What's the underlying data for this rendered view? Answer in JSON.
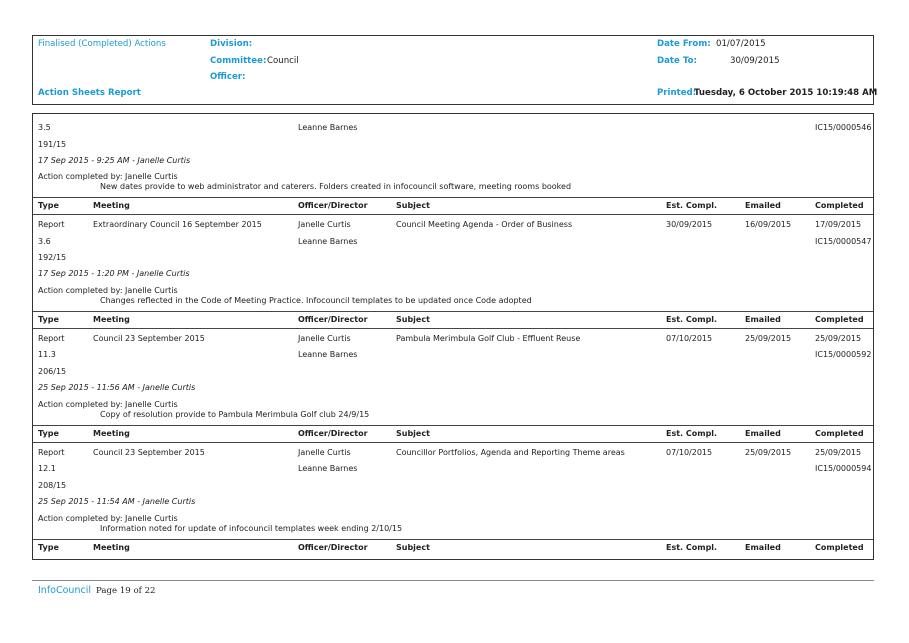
{
  "header": {
    "report_type": "Finalised (Completed) Actions",
    "division_label": "Division:",
    "committee_label": "Committee:",
    "committee_value": "Council",
    "officer_label": "Officer:",
    "date_from_label": "Date From:",
    "date_from_value": "01/07/2015",
    "date_to_label": "Date To:",
    "date_to_value": "30/09/2015",
    "report_title": "Action Sheets Report",
    "printed_label": "Printed:",
    "printed_value": "Tuesday, 6 October 2015  10:19:48 AM"
  },
  "columns": {
    "type": "Type",
    "meeting": "Meeting",
    "officer": "Officer/Director",
    "subject": "Subject",
    "est": "Est. Compl.",
    "emailed": "Emailed",
    "completed": "Completed"
  },
  "entries": [
    {
      "item": "3.5",
      "officer2": "Leanne Barnes",
      "ref": "IC15/0000546",
      "number": "191/15",
      "log": "17 Sep 2015 - 9:25 AM - Janelle Curtis",
      "action_by": "Action completed by: Janelle Curtis",
      "action_text": "New dates provide to web administrator and caterers. Folders created in infocouncil software, meeting rooms booked"
    },
    {
      "type": "Report",
      "meeting": "Extraordinary Council 16 September 2015",
      "officer": "Janelle Curtis",
      "subject": "Council Meeting Agenda - Order of Business",
      "est": "30/09/2015",
      "emailed": "16/09/2015",
      "completed": "17/09/2015",
      "item": "3.6",
      "officer2": "Leanne Barnes",
      "ref": "IC15/0000547",
      "number": "192/15",
      "log": "17 Sep 2015 - 1:20 PM - Janelle Curtis",
      "action_by": "Action completed by: Janelle Curtis",
      "action_text": "Changes reflected in the Code of Meeting Practice. Infocouncil templates to be updated once Code adopted"
    },
    {
      "type": "Report",
      "meeting": "Council 23 September 2015",
      "officer": "Janelle Curtis",
      "subject": "Pambula Merimbula Golf Club - Effluent Reuse",
      "est": "07/10/2015",
      "emailed": "25/09/2015",
      "completed": "25/09/2015",
      "item": "11.3",
      "officer2": "Leanne Barnes",
      "ref": "IC15/0000592",
      "number": "206/15",
      "log": "25 Sep 2015 - 11:56 AM - Janelle Curtis",
      "action_by": "Action completed by: Janelle Curtis",
      "action_text": "Copy of resolution provide to Pambula Merimbula Golf club 24/9/15"
    },
    {
      "type": "Report",
      "meeting": "Council 23 September 2015",
      "officer": "Janelle Curtis",
      "subject": "Councillor Portfolios, Agenda and Reporting Theme areas",
      "est": "07/10/2015",
      "emailed": "25/09/2015",
      "completed": "25/09/2015",
      "item": "12.1",
      "officer2": "Leanne Barnes",
      "ref": "IC15/0000594",
      "number": "208/15",
      "log": "25 Sep 2015 - 11:54 AM - Janelle Curtis",
      "action_by": "Action completed by: Janelle Curtis",
      "action_text": "Information noted for update of infocouncil templates week ending 2/10/15"
    }
  ],
  "footer": {
    "brand": "InfoCouncil",
    "page": "Page 19 of 22"
  }
}
